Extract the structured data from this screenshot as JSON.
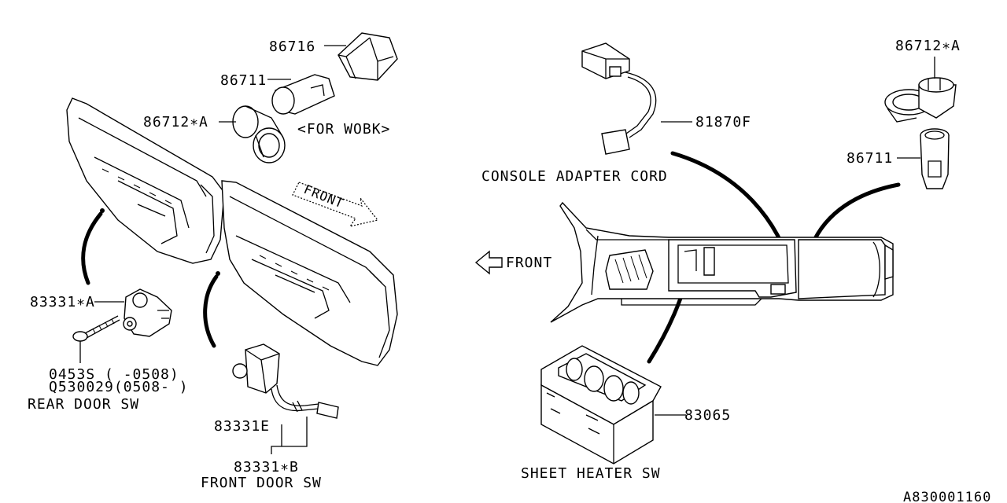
{
  "diagram": {
    "labels": {
      "p86716": "86716",
      "p86711_left": "86711",
      "p86712a_left": "86712∗A",
      "for_wobk": "<FOR WOBK>",
      "front_left": "FRONT",
      "p83331a": "83331∗A",
      "p0453s": "0453S  ( -0508)",
      "pq530029": "Q530029(0508- )",
      "rear_door_sw": "REAR DOOR SW",
      "p83331e": "83331E",
      "p83331b": "83331∗B",
      "front_door_sw": "FRONT DOOR SW",
      "p81870f": "81870F",
      "console_adapter_cord": "CONSOLE ADAPTER CORD",
      "p86712a_right": "86712∗A",
      "p86711_right": "86711",
      "front_right": "FRONT",
      "p83065": "83065",
      "sheet_heater_sw": "SHEET HEATER SW",
      "diagram_id": "A830001160"
    }
  }
}
